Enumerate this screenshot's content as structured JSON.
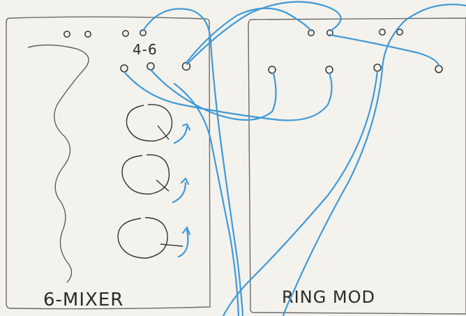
{
  "modules": {
    "mixer": {
      "label": "6-MIXER",
      "jack_group_label": "4-6"
    },
    "ringmod": {
      "label": "RING MOD"
    }
  },
  "colors": {
    "ink": "#2f2f2f",
    "panel_ink": "#5a5a5a",
    "cable": "#3f9ad8",
    "paper": "#f4f2ec"
  }
}
